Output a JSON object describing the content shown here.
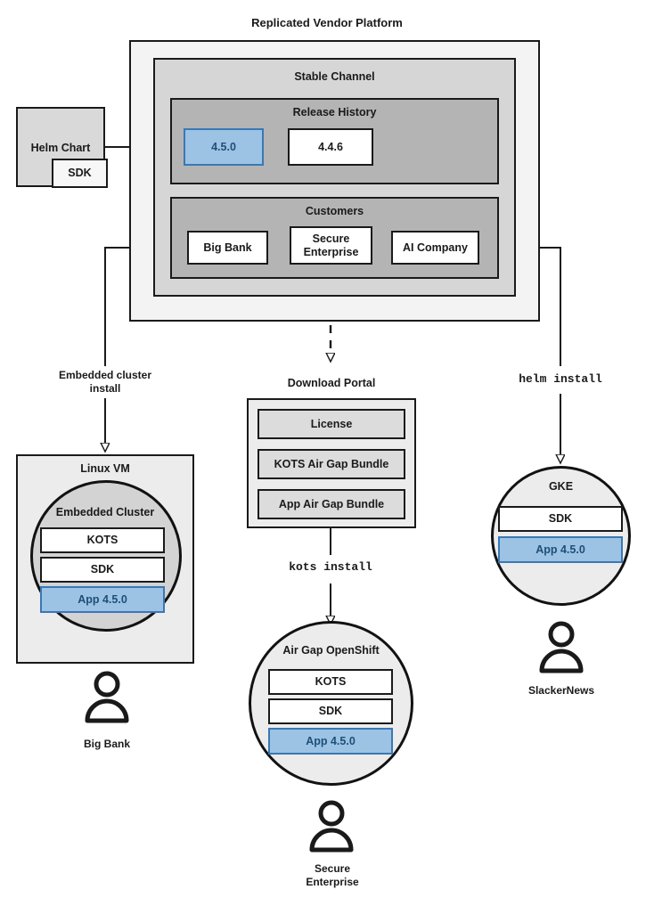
{
  "diagram": {
    "title": "Replicated Vendor Platform",
    "platform": {
      "channel": {
        "label": "Stable Channel",
        "release_history": {
          "label": "Release History",
          "releases": [
            {
              "version": "4.5.0",
              "highlighted": true
            },
            {
              "version": "4.4.6",
              "highlighted": false
            }
          ]
        },
        "customers": {
          "label": "Customers",
          "items": [
            {
              "name": "Big Bank"
            },
            {
              "name": "Secure\nEnterprise"
            },
            {
              "name": "AI Company"
            }
          ]
        }
      }
    },
    "helm_chart": {
      "label": "Helm Chart",
      "sdk_label": "SDK"
    },
    "download_portal": {
      "label": "Download Portal",
      "artifacts": [
        {
          "label": "License"
        },
        {
          "label": "KOTS Air Gap Bundle"
        },
        {
          "label": "App Air Gap Bundle"
        }
      ]
    },
    "edges": [
      {
        "id": "embedded-cluster-install",
        "label": "Embedded cluster\ninstall",
        "style": "plain"
      },
      {
        "id": "kots-install",
        "label": "kots install",
        "style": "mono"
      },
      {
        "id": "helm-install",
        "label": "helm install",
        "style": "mono"
      }
    ],
    "targets": [
      {
        "id": "linux-vm",
        "label": "Linux VM",
        "shape": "rect",
        "inner": {
          "label": "Embedded Cluster",
          "shape": "circle",
          "components": [
            {
              "label": "KOTS",
              "highlighted": false
            },
            {
              "label": "SDK",
              "highlighted": false
            },
            {
              "label": "App 4.5.0",
              "highlighted": true
            }
          ]
        },
        "customer": "Big Bank"
      },
      {
        "id": "air-gap-openshift",
        "label": "Air Gap OpenShift",
        "shape": "circle",
        "components": [
          {
            "label": "KOTS",
            "highlighted": false
          },
          {
            "label": "SDK",
            "highlighted": false
          },
          {
            "label": "App 4.5.0",
            "highlighted": true
          }
        ],
        "customer": "Secure\nEnterprise"
      },
      {
        "id": "gke",
        "label": "GKE",
        "shape": "circle",
        "components": [
          {
            "label": "SDK",
            "highlighted": false
          },
          {
            "label": "App 4.5.0",
            "highlighted": true
          }
        ],
        "customer": "SlackerNews"
      }
    ],
    "colors": {
      "highlight_fill": "#9cc3e3",
      "highlight_stroke": "#3a78b5",
      "highlight_text": "#1f4e79",
      "stroke": "#1a1a1a",
      "platform_bg": "#f3f3f3",
      "channel_bg": "#d6d6d6",
      "group_bg": "#b4b4b4",
      "node_bg": "#ececec",
      "cluster_bg": "#d3d3d3",
      "artifact_bg": "#dcdcdc"
    }
  }
}
